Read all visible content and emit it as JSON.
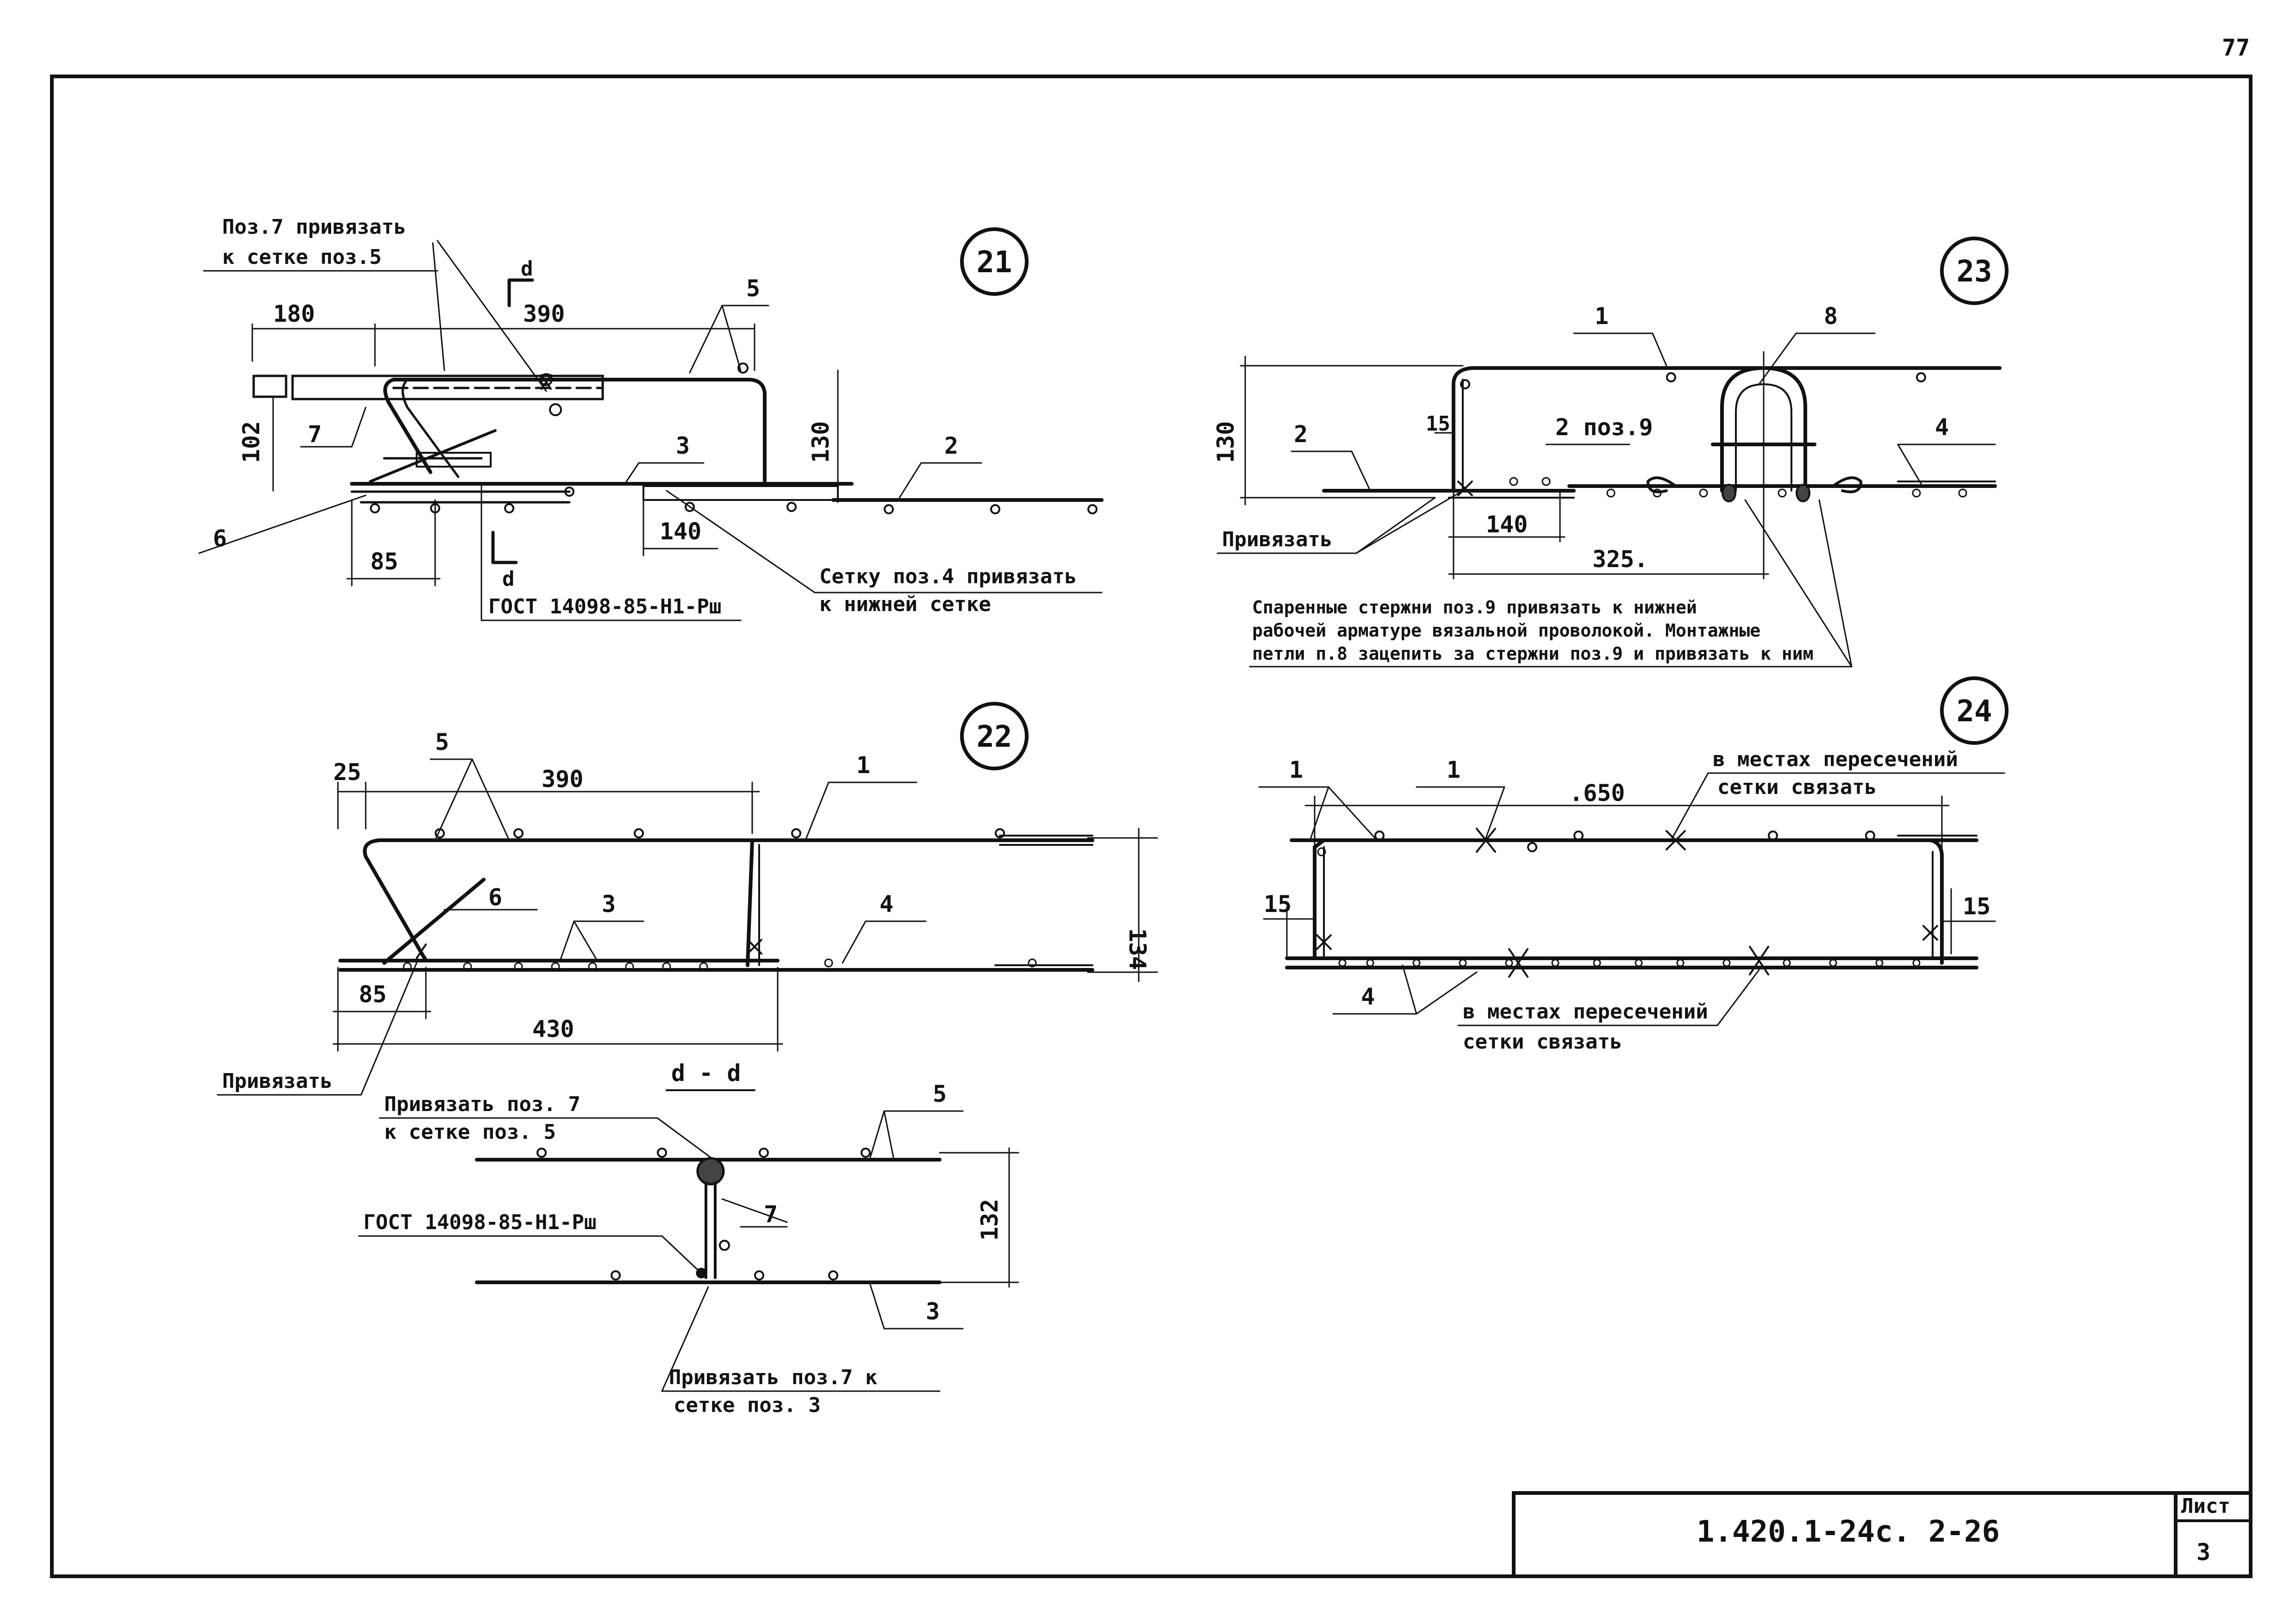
{
  "page_number": "77",
  "views": {
    "v21": {
      "circle": "21",
      "dims": {
        "top_left": "180",
        "top_mid": "390",
        "height_left": "102",
        "height_right": "130",
        "gap": "140",
        "bottom": "85"
      },
      "positions": {
        "p5": "5",
        "p7": "7",
        "p3": "3",
        "p2": "2",
        "p6": "6"
      },
      "section_mark": "d",
      "note_top_line1": "Поз.7 привязать",
      "note_top_line2": "к сетке поз.5",
      "note_right_line1": "Сетку поз.4 привязать",
      "note_right_line2": "к нижней сетке",
      "gost": "ГОСТ 14098-85-Н1-Рш"
    },
    "v22": {
      "circle": "22",
      "dims": {
        "left_offset": "25",
        "top": "390",
        "height": "134",
        "bottom_small": "85",
        "bottom": "430"
      },
      "positions": {
        "p5": "5",
        "p1": "1",
        "p6": "6",
        "p3": "3",
        "p4": "4"
      },
      "tie_label": "Привязать"
    },
    "v23": {
      "circle": "23",
      "dims": {
        "height": "130",
        "small": "15",
        "gap": "140",
        "span": "325."
      },
      "positions": {
        "p1": "1",
        "p8": "8",
        "p2": "2",
        "p9": "2 поз.9",
        "p4": "4"
      },
      "tie_label": "Привязать",
      "note_line1": "Спаренные стержни поз.9 привязать к нижней",
      "note_line2": "рабочей арматуре вязальной проволокой. Монтажные",
      "note_line3": "петли п.8 зацепить за стержни поз.9 и привязать к ним"
    },
    "v24": {
      "circle": "24",
      "dims": {
        "span": ".650",
        "left": "15",
        "right": "15"
      },
      "positions": {
        "p1a": "1",
        "p1b": "1",
        "p4": "4"
      },
      "note_top_line1": "в местах пересечений",
      "note_top_line2": "сетки связать",
      "note_bottom_line1": "в местах пересечений",
      "note_bottom_line2": "сетки связать"
    },
    "section_dd": {
      "title": "d - d",
      "dims": {
        "height": "132"
      },
      "positions": {
        "p5": "5",
        "p7": "7",
        "p3": "3"
      },
      "note_top_line1": "Привязать поз. 7",
      "note_top_line2": "к сетке поз. 5",
      "gost": "ГОСТ 14098-85-Н1-Рш",
      "note_bottom_line1": "Привязать поз.7 к",
      "note_bottom_line2": "сетке поз. 3"
    }
  },
  "title_block": {
    "code": "1.420.1-24с. 2-26",
    "sheet_label": "Лист",
    "sheet_number": "3"
  }
}
